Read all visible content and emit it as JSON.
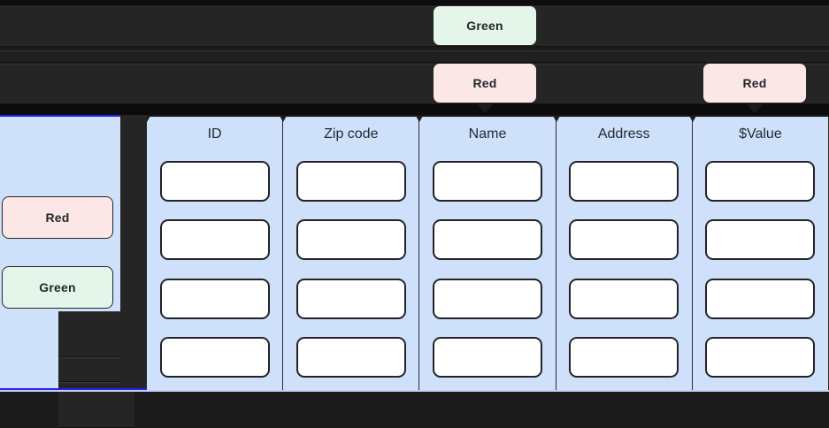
{
  "theme": {
    "dark_bg": "#252526",
    "panel_blue": "#cfe0fb",
    "accent_blue": "#2222ee",
    "badge_green_bg": "#e4f5ea",
    "badge_red_bg": "#fbe8e6",
    "cell_bg": "#ffffff",
    "outline": "#232327",
    "bottom_strip": "#ccccf4"
  },
  "callouts": {
    "top_green_name": {
      "label": "Green",
      "color": "green",
      "points_to": "Name"
    },
    "top_red_name": {
      "label": "Red",
      "color": "red",
      "points_to": "Name"
    },
    "top_red_value": {
      "label": "Red",
      "color": "red",
      "points_to": "$Value"
    }
  },
  "sidebar": {
    "badges": [
      {
        "label": "Red",
        "color": "red"
      },
      {
        "label": "Green",
        "color": "green"
      }
    ]
  },
  "table": {
    "columns": [
      {
        "header": "ID",
        "rows": [
          "",
          "",
          "",
          ""
        ]
      },
      {
        "header": "Zip code",
        "rows": [
          "",
          "",
          "",
          ""
        ]
      },
      {
        "header": "Name",
        "rows": [
          "",
          "",
          "",
          ""
        ]
      },
      {
        "header": "Address",
        "rows": [
          "",
          "",
          "",
          ""
        ]
      },
      {
        "header": "$Value",
        "rows": [
          "",
          "",
          "",
          ""
        ]
      }
    ],
    "row_count": 4
  }
}
